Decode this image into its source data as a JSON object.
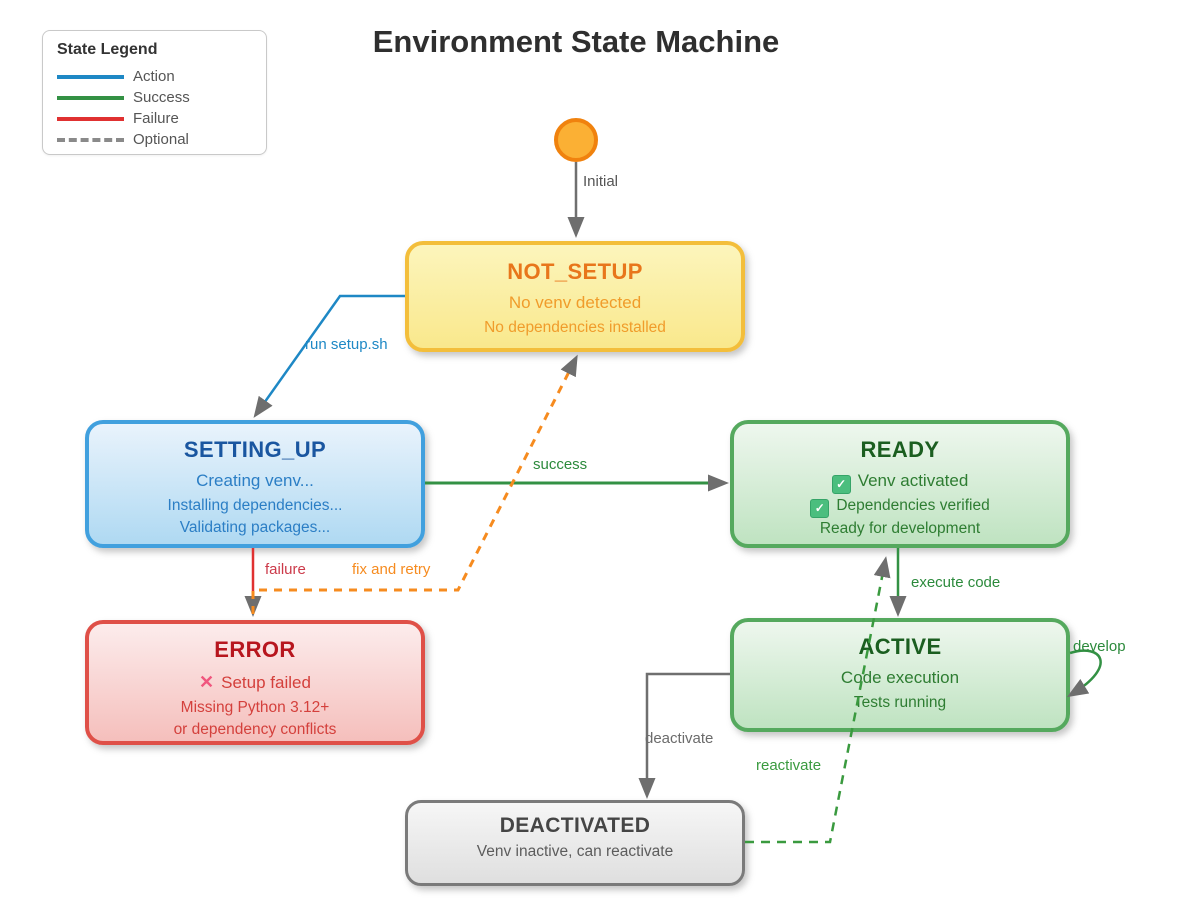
{
  "title": "Environment State Machine",
  "legend": {
    "title": "State Legend",
    "items": [
      {
        "label": "Action",
        "color": "#1E88C5",
        "style": "solid"
      },
      {
        "label": "Success",
        "color": "#339144",
        "style": "solid"
      },
      {
        "label": "Failure",
        "color": "#E03131",
        "style": "solid"
      },
      {
        "label": "Optional",
        "color": "#8A8A8A",
        "style": "dashed"
      }
    ]
  },
  "icons": {
    "check": "✓",
    "cross": "✕"
  },
  "states": {
    "not_setup": {
      "title": "NOT_SETUP",
      "lines": [
        "No venv detected",
        "No dependencies installed"
      ]
    },
    "setting_up": {
      "title": "SETTING_UP",
      "lines": [
        "Creating venv...",
        "Installing dependencies...",
        "Validating packages..."
      ]
    },
    "ready": {
      "title": "READY",
      "lines": [
        "Venv activated",
        "Dependencies verified",
        "Ready for development"
      ]
    },
    "error": {
      "title": "ERROR",
      "lines": [
        "Setup failed",
        "Missing Python 3.12+",
        "or dependency conflicts"
      ]
    },
    "active": {
      "title": "ACTIVE",
      "lines": [
        "Code execution",
        "Tests running"
      ]
    },
    "deactivated": {
      "title": "DEACTIVATED",
      "lines": [
        "Venv inactive, can reactivate"
      ]
    }
  },
  "edges": {
    "initial": {
      "label": "Initial",
      "from": "start",
      "to": "NOT_SETUP"
    },
    "run_setup": {
      "label": "run setup.sh",
      "from": "NOT_SETUP",
      "to": "SETTING_UP"
    },
    "success": {
      "label": "success",
      "from": "SETTING_UP",
      "to": "READY"
    },
    "failure": {
      "label": "failure",
      "from": "SETTING_UP",
      "to": "ERROR"
    },
    "fix_and_retry": {
      "label": "fix and retry",
      "from": "ERROR",
      "to": "NOT_SETUP"
    },
    "execute_code": {
      "label": "execute code",
      "from": "READY",
      "to": "ACTIVE"
    },
    "develop": {
      "label": "develop",
      "from": "ACTIVE",
      "to": "ACTIVE"
    },
    "deactivate": {
      "label": "deactivate",
      "from": "ACTIVE",
      "to": "DEACTIVATED"
    },
    "reactivate": {
      "label": "reactivate",
      "from": "DEACTIVATED",
      "to": "READY"
    }
  },
  "colors": {
    "action_blue": "#1E88C5",
    "success_green": "#339144",
    "failure_red": "#E03131",
    "optional_gray": "#8A8A8A",
    "optional_orange": "#F68B1F",
    "arrowhead_gray": "#6E6E6E",
    "initial_node_fill": "#FBB034",
    "initial_node_border": "#F0820E",
    "not_setup_border": "#F3BE3B",
    "setting_up_border": "#41A0DE",
    "ready_border": "#55A95E",
    "error_border": "#DF5048",
    "deactivated_border": "#7A7A7A"
  }
}
